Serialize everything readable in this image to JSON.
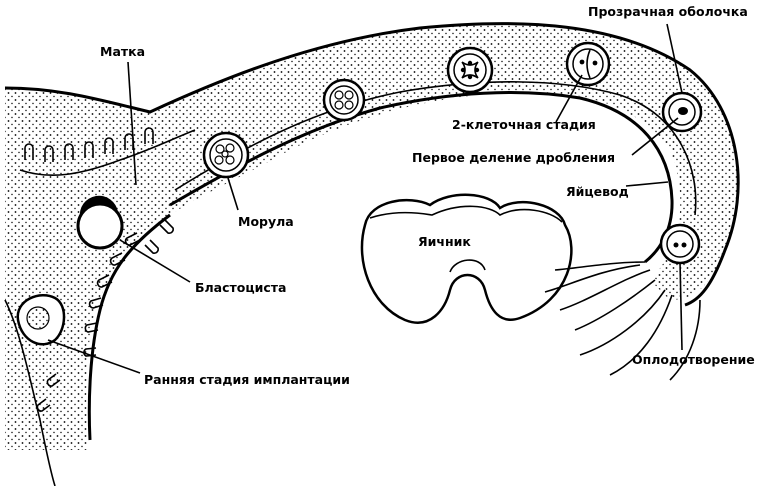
{
  "labels": {
    "uterus": "Матка",
    "zona_pellucida": "Прозрачная оболочка",
    "two_cell_stage": "2-клеточная стадия",
    "first_cleavage": "Первое деление дробления",
    "oviduct": "Яйцевод",
    "ovary": "Яичник",
    "morula": "Морула",
    "blastocyst": "Бластоциста",
    "early_implantation": "Ранняя стадия имплантации",
    "fertilization": "Оплодотворение"
  }
}
